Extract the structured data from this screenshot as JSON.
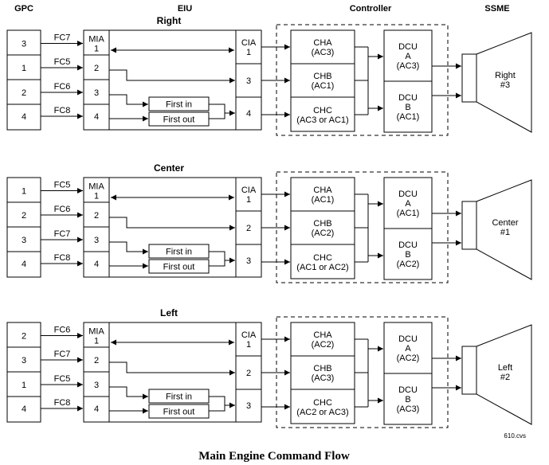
{
  "headers": {
    "gpc": "GPC",
    "eiu": "EIU",
    "controller": "Controller",
    "ssme": "SSME"
  },
  "caption": "Main Engine Command Flow",
  "figure_id": "610.cvs",
  "sections": [
    {
      "title": "Right",
      "gpc": [
        "3",
        "1",
        "2",
        "4"
      ],
      "fc": [
        "FC7",
        "FC5",
        "FC6",
        "FC8"
      ],
      "mia": [
        "MIA\n1",
        "2",
        "3",
        "4"
      ],
      "first_in": "First in",
      "first_out": "First out",
      "cia": [
        "CIA\n1",
        "3",
        "4"
      ],
      "ch": [
        "CHA\n(AC3)",
        "CHB\n(AC1)",
        "CHC\n(AC3 or AC1)"
      ],
      "dcu": [
        "DCU\nA\n(AC3)",
        "DCU\nB\n(AC1)"
      ],
      "engine": "Right\n#3"
    },
    {
      "title": "Center",
      "gpc": [
        "1",
        "2",
        "3",
        "4"
      ],
      "fc": [
        "FC5",
        "FC6",
        "FC7",
        "FC8"
      ],
      "mia": [
        "MIA\n1",
        "2",
        "3",
        "4"
      ],
      "first_in": "First in",
      "first_out": "First out",
      "cia": [
        "CIA\n1",
        "2",
        "3"
      ],
      "ch": [
        "CHA\n(AC1)",
        "CHB\n(AC2)",
        "CHC\n(AC1 or AC2)"
      ],
      "dcu": [
        "DCU\nA\n(AC1)",
        "DCU\nB\n(AC2)"
      ],
      "engine": "Center\n#1"
    },
    {
      "title": "Left",
      "gpc": [
        "2",
        "3",
        "1",
        "4"
      ],
      "fc": [
        "FC6",
        "FC7",
        "FC5",
        "FC8"
      ],
      "mia": [
        "MIA\n1",
        "2",
        "3",
        "4"
      ],
      "first_in": "First in",
      "first_out": "First out",
      "cia": [
        "CIA\n1",
        "2",
        "3"
      ],
      "ch": [
        "CHA\n(AC2)",
        "CHB\n(AC3)",
        "CHC\n(AC2 or AC3)"
      ],
      "dcu": [
        "DCU\nA\n(AC2)",
        "DCU\nB\n(AC3)"
      ],
      "engine": "Left\n#2"
    }
  ]
}
